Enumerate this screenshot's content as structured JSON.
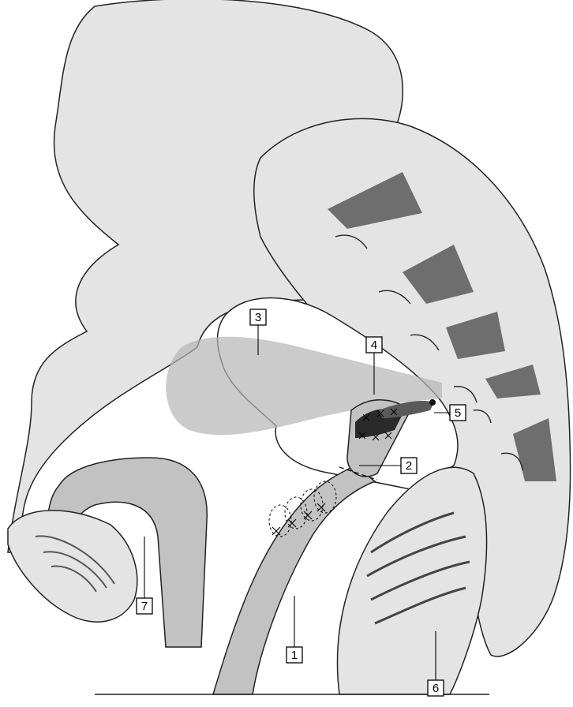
{
  "labels": [
    {
      "id": "1",
      "text": "1"
    },
    {
      "id": "2",
      "text": "2"
    },
    {
      "id": "3",
      "text": "3"
    },
    {
      "id": "4",
      "text": "4"
    },
    {
      "id": "5",
      "text": "5"
    },
    {
      "id": "6",
      "text": "6"
    },
    {
      "id": "7",
      "text": "7"
    }
  ],
  "colors": {
    "tissue_light": "#e3e3e3",
    "tissue_mid": "#c2c2c2",
    "tissue_dark": "#9a9a9a",
    "vertebra": "#6e6e6e",
    "outline": "#222222",
    "background": "#ffffff"
  }
}
